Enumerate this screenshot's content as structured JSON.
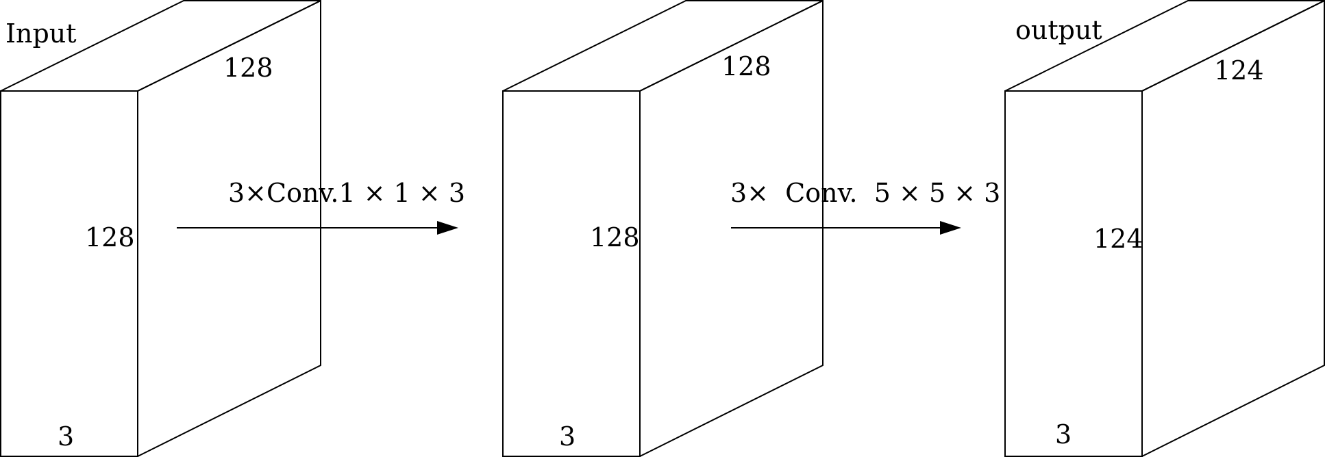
{
  "blocks": [
    {
      "name": "Input",
      "width_label": "128",
      "height_label": "128",
      "depth_label": "3"
    },
    {
      "name": "",
      "width_label": "128",
      "height_label": "128",
      "depth_label": "3"
    },
    {
      "name": "output",
      "width_label": "124",
      "height_label": "124",
      "depth_label": "3"
    }
  ],
  "operations": [
    {
      "label": "3×Conv.1 × 1 × 3"
    },
    {
      "label": "3×  Conv.  5 × 5 × 3"
    }
  ],
  "colors": {
    "stroke": "#000000",
    "background": "#ffffff"
  }
}
